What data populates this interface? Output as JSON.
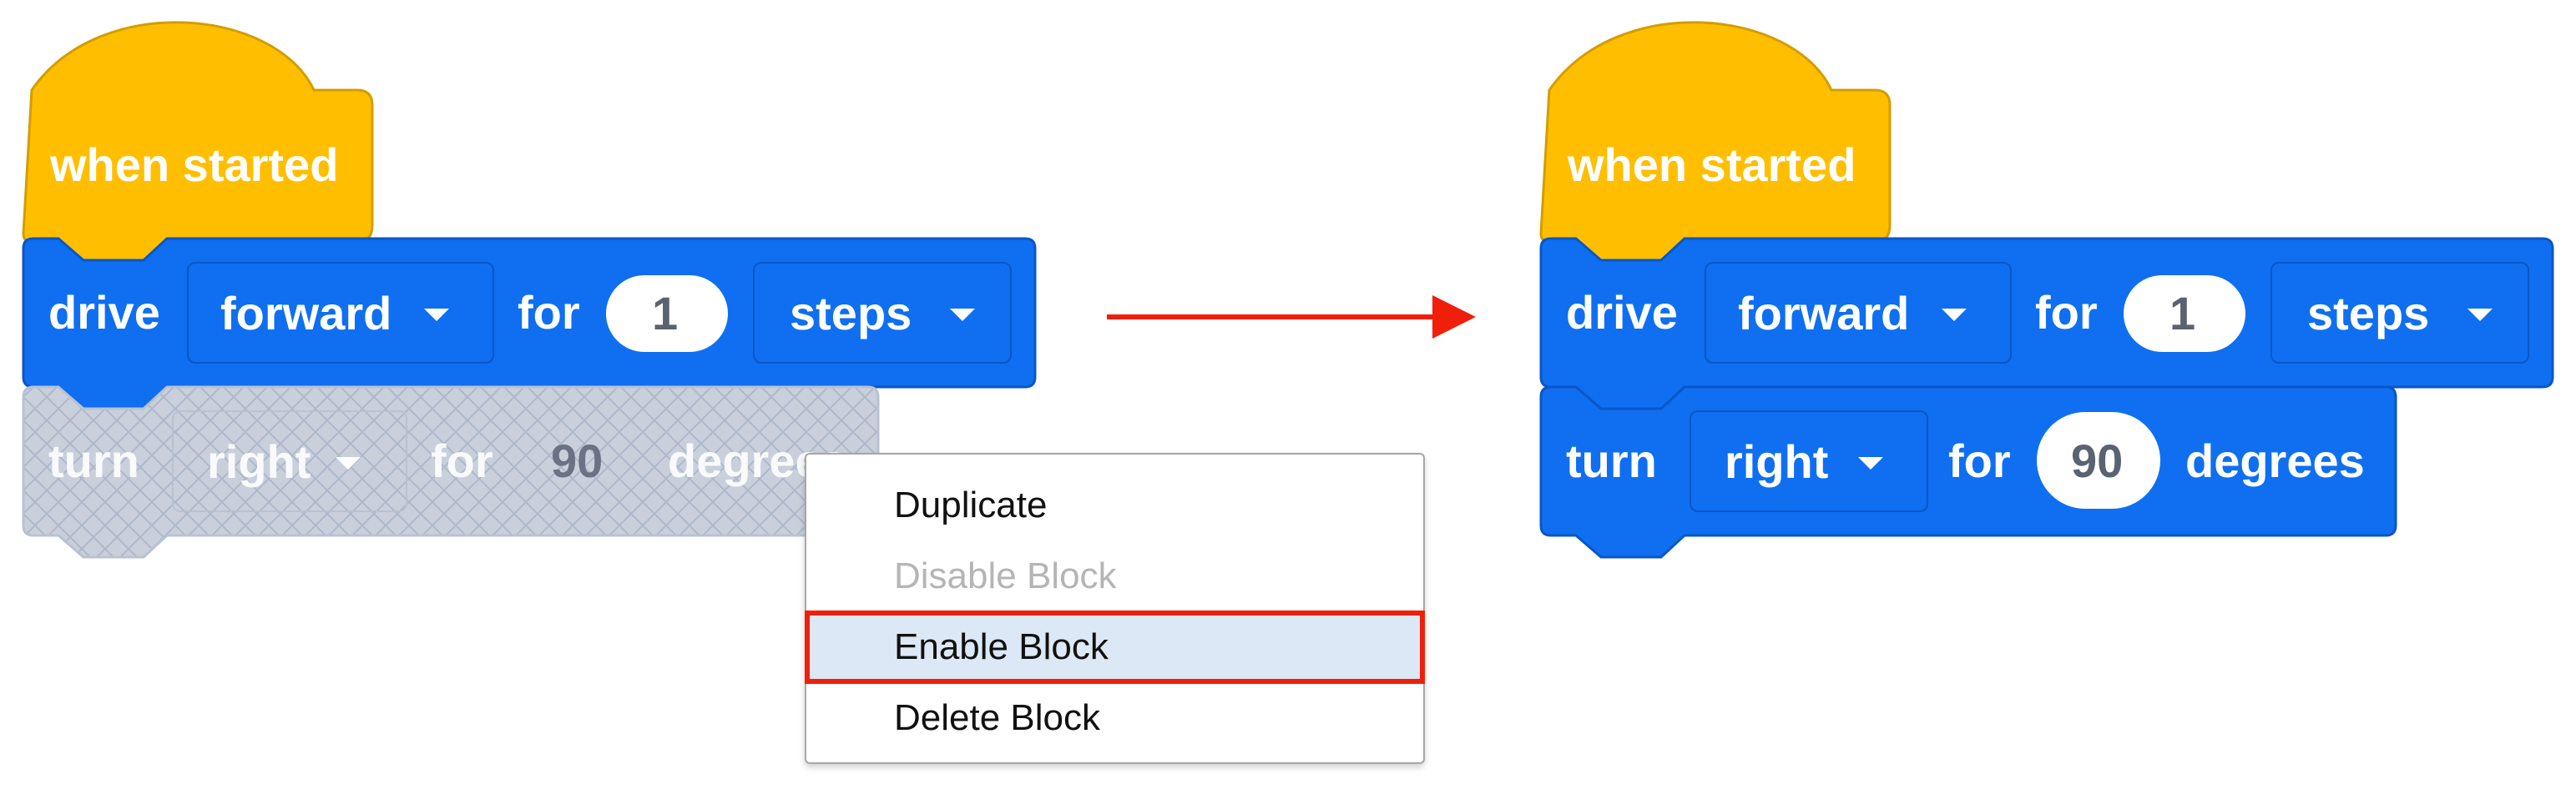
{
  "colors": {
    "event_yellow": "#FFBF00",
    "motion_blue": "#0F6FF0",
    "disabled_gray": "#C9D0DC",
    "highlight_red": "#F01F0B",
    "menu_highlight": "#DCE8F5"
  },
  "before": {
    "hat": {
      "label": "when started"
    },
    "drive": {
      "verb": "drive",
      "direction": "forward",
      "for_label": "for",
      "amount": "1",
      "unit": "steps"
    },
    "turn_disabled": {
      "verb": "turn",
      "direction": "right",
      "for_label": "for",
      "amount": "90",
      "unit": "degrees"
    }
  },
  "context_menu": {
    "items": [
      {
        "label": "Duplicate",
        "state": "enabled"
      },
      {
        "label": "Disable Block",
        "state": "disabled"
      },
      {
        "label": "Enable Block",
        "state": "highlighted"
      },
      {
        "label": "Delete Block",
        "state": "enabled"
      }
    ]
  },
  "after": {
    "hat": {
      "label": "when started"
    },
    "drive": {
      "verb": "drive",
      "direction": "forward",
      "for_label": "for",
      "amount": "1",
      "unit": "steps"
    },
    "turn": {
      "verb": "turn",
      "direction": "right",
      "for_label": "for",
      "amount": "90",
      "unit": "degrees"
    }
  },
  "icons": {
    "dropdown_caret": "caret-down-icon",
    "arrow": "right-arrow-icon"
  }
}
